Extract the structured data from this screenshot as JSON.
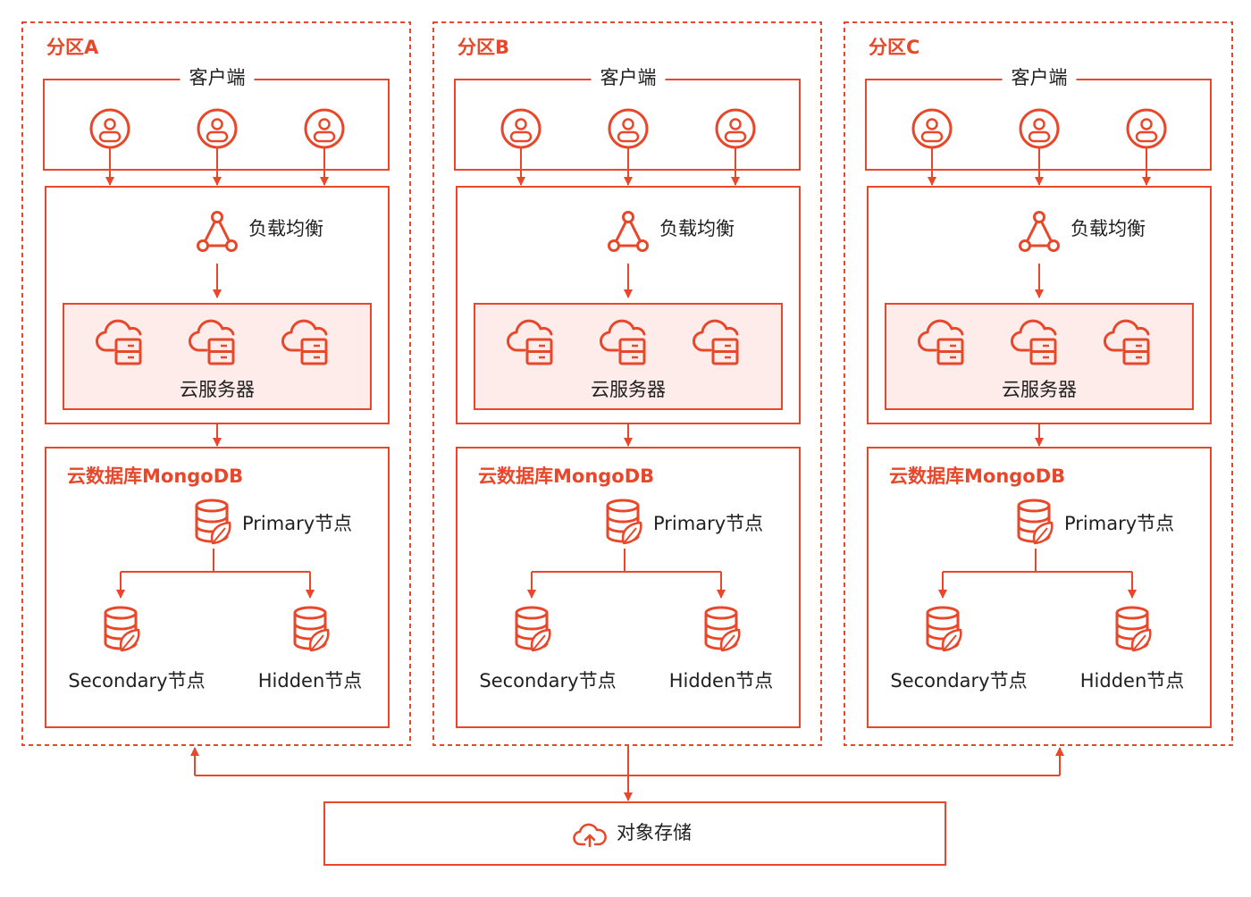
{
  "colors": {
    "accent": "#e8472a",
    "server_bg": "#fdecea",
    "text": "#1f1f1f"
  },
  "zones": [
    {
      "name": "分区A",
      "client_title": "客户端",
      "client_icons": [
        "user-icon",
        "user-icon",
        "user-icon"
      ],
      "load_balancer": "负载均衡",
      "server_label": "云服务器",
      "server_icons": [
        "cloud-server-icon",
        "cloud-server-icon",
        "cloud-server-icon"
      ],
      "db_title": "云数据库MongoDB",
      "primary": "Primary节点",
      "secondary": "Secondary节点",
      "hidden": "Hidden节点"
    },
    {
      "name": "分区B",
      "client_title": "客户端",
      "client_icons": [
        "user-icon",
        "user-icon",
        "user-icon"
      ],
      "load_balancer": "负载均衡",
      "server_label": "云服务器",
      "server_icons": [
        "cloud-server-icon",
        "cloud-server-icon",
        "cloud-server-icon"
      ],
      "db_title": "云数据库MongoDB",
      "primary": "Primary节点",
      "secondary": "Secondary节点",
      "hidden": "Hidden节点"
    },
    {
      "name": "分区C",
      "client_title": "客户端",
      "client_icons": [
        "user-icon",
        "user-icon",
        "user-icon"
      ],
      "load_balancer": "负载均衡",
      "server_label": "云服务器",
      "server_icons": [
        "cloud-server-icon",
        "cloud-server-icon",
        "cloud-server-icon"
      ],
      "db_title": "云数据库MongoDB",
      "primary": "Primary节点",
      "secondary": "Secondary节点",
      "hidden": "Hidden节点"
    }
  ],
  "object_storage": {
    "label": "对象存储",
    "icon": "cloud-upload-icon"
  }
}
